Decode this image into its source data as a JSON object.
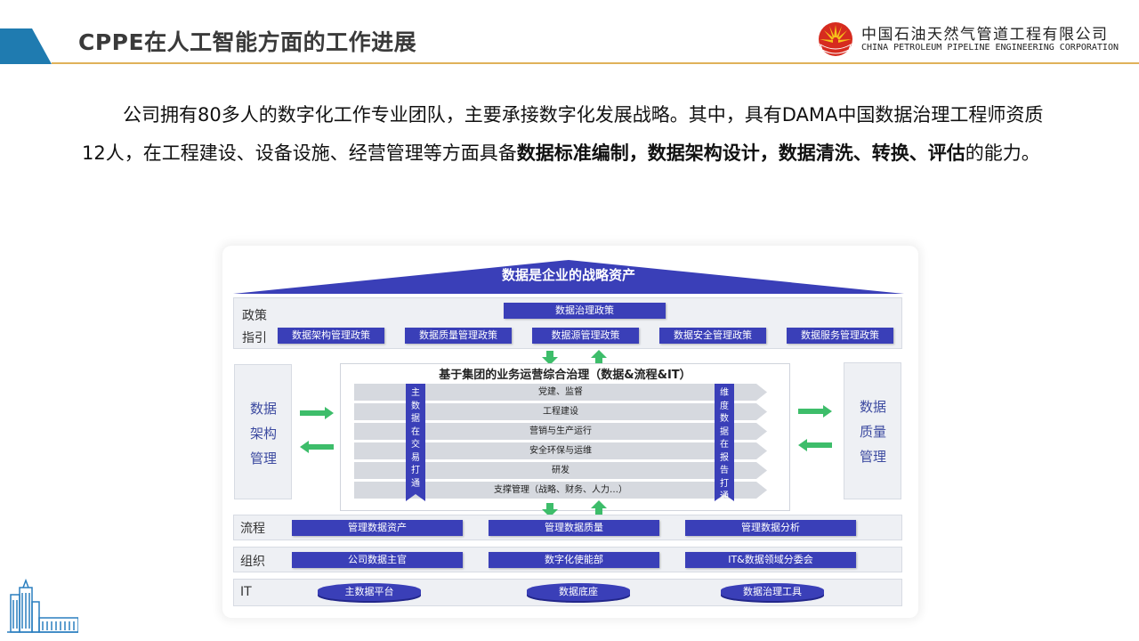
{
  "header": {
    "title": "CPPE在人工智能方面的工作进展",
    "company_cn": "中国石油天然气管道工程有限公司",
    "company_en": "CHINA PETROLEUM PIPELINE ENGINEERING CORPORATION"
  },
  "paragraph": {
    "p1": "公司拥有80多人的数字化工作专业团队，主要承接数字化发展战略。其中，具有DAMA中国数据治理工程师资质12人，在工程建设、设备设施、经营管理等方面具备",
    "bold1": "数据标准编制，数据架构设计，数据清洗、转换、评估",
    "p2": "的能力。"
  },
  "diagram": {
    "roof": "数据是企业的战略资产",
    "policy": {
      "label1": "政策",
      "label2": "指引",
      "top": "数据治理政策",
      "items": [
        "数据架构管理政策",
        "数据质量管理政策",
        "数据源管理政策",
        "数据安全管理政策",
        "数据服务管理政策"
      ]
    },
    "left": {
      "l1": "数据",
      "l2": "架构",
      "l3": "管理"
    },
    "right": {
      "l1": "数据",
      "l2": "质量",
      "l3": "管理"
    },
    "center": {
      "title": "基于集团的业务运营综合治理（数据&流程&IT）",
      "rows": [
        "党建、监督",
        "工程建设",
        "营销与生产运行",
        "安全环保与运维",
        "研发",
        "支撑管理（战略、财务、人力…）"
      ],
      "left_banner": "主数据在交易打通",
      "right_banner": "维度数据在报告打通"
    },
    "process": {
      "label": "流程",
      "items": [
        "管理数据资产",
        "管理数据质量",
        "管理数据分析"
      ]
    },
    "org": {
      "label": "组织",
      "items": [
        "公司数据主官",
        "数字化使能部",
        "IT&数据领域分委会"
      ]
    },
    "it": {
      "label": "IT",
      "items": [
        "主数据平台",
        "数据底座",
        "数据治理工具"
      ]
    }
  },
  "colors": {
    "accent": "#1f7bb0",
    "rule": "#e0b25a",
    "bar": "#3a3fb8",
    "arrow": "#3dbd6a",
    "side_text": "#3c4aa0"
  }
}
